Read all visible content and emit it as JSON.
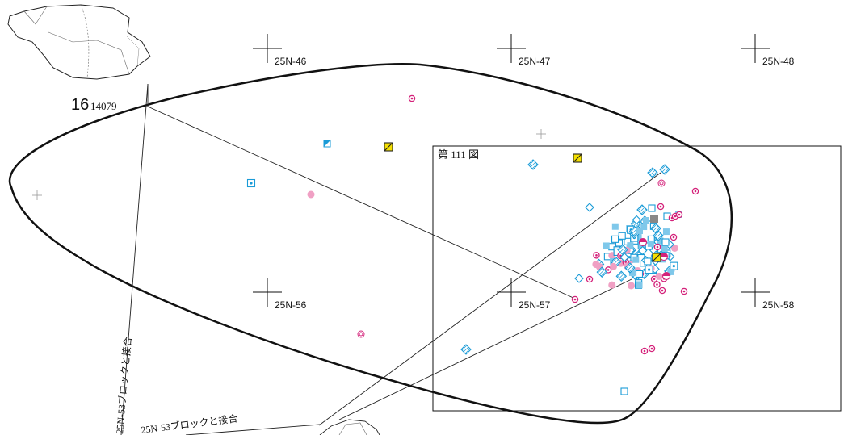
{
  "artifact": {
    "number": "16",
    "catalog_id": "14079"
  },
  "figure_ref": "第 111 図",
  "grid_points": [
    "25N-46",
    "25N-47",
    "25N-48",
    "25N-56",
    "25N-57",
    "25N-58"
  ],
  "refit_notes": {
    "vertical": "25N-53ブロックと接合",
    "bottom": "25N-53ブロックと接合"
  },
  "symbol_colors": {
    "cyan": "#1a9bd7",
    "light_blue": "#7fc8ea",
    "magenta": "#d4227a",
    "pink": "#f0a0c4",
    "yellow": "#f5e000",
    "gray": "#888888"
  }
}
